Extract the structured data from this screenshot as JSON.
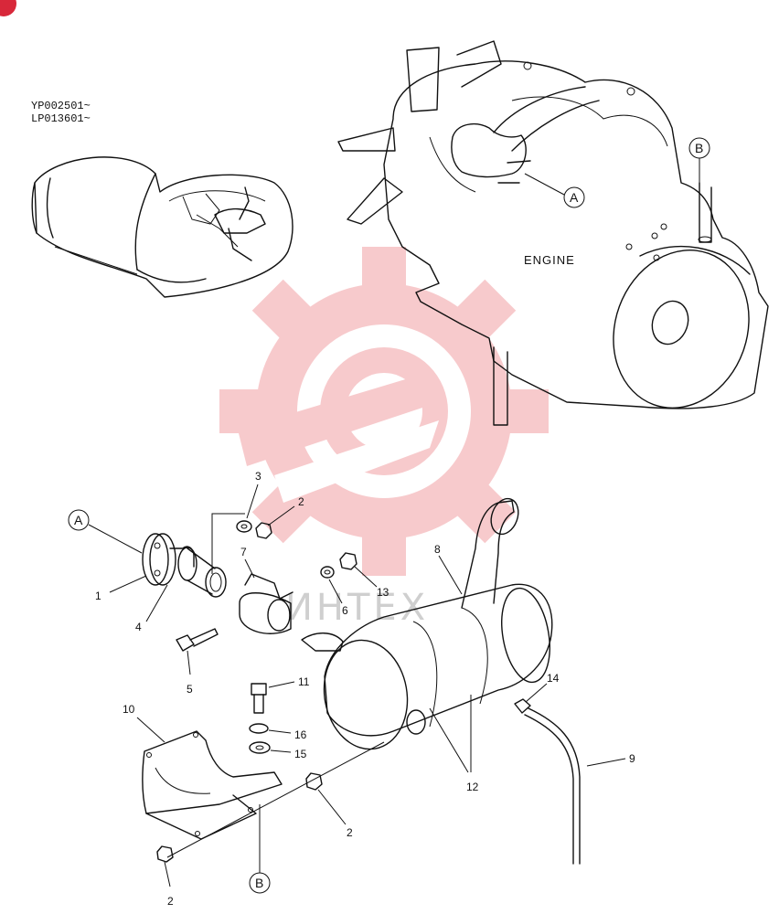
{
  "serial_ranges": [
    "YP002501~",
    "LP013601~"
  ],
  "engine_label": "ENGINE",
  "watermark_text": "ИНТЕХ",
  "reference_markers": {
    "a": "A",
    "b": "B"
  },
  "part_callouts": {
    "p1": "1",
    "p2a": "2",
    "p2b": "2",
    "p2c": "2",
    "p3": "3",
    "p4": "4",
    "p5": "5",
    "p6": "6",
    "p7": "7",
    "p8": "8",
    "p9": "9",
    "p10": "10",
    "p11": "11",
    "p12": "12",
    "p13": "13",
    "p14": "14",
    "p15": "15",
    "p16": "16"
  },
  "colors": {
    "line": "#111111",
    "watermark_red": "#f2a0a4",
    "corner_badge": "#d8283a"
  }
}
